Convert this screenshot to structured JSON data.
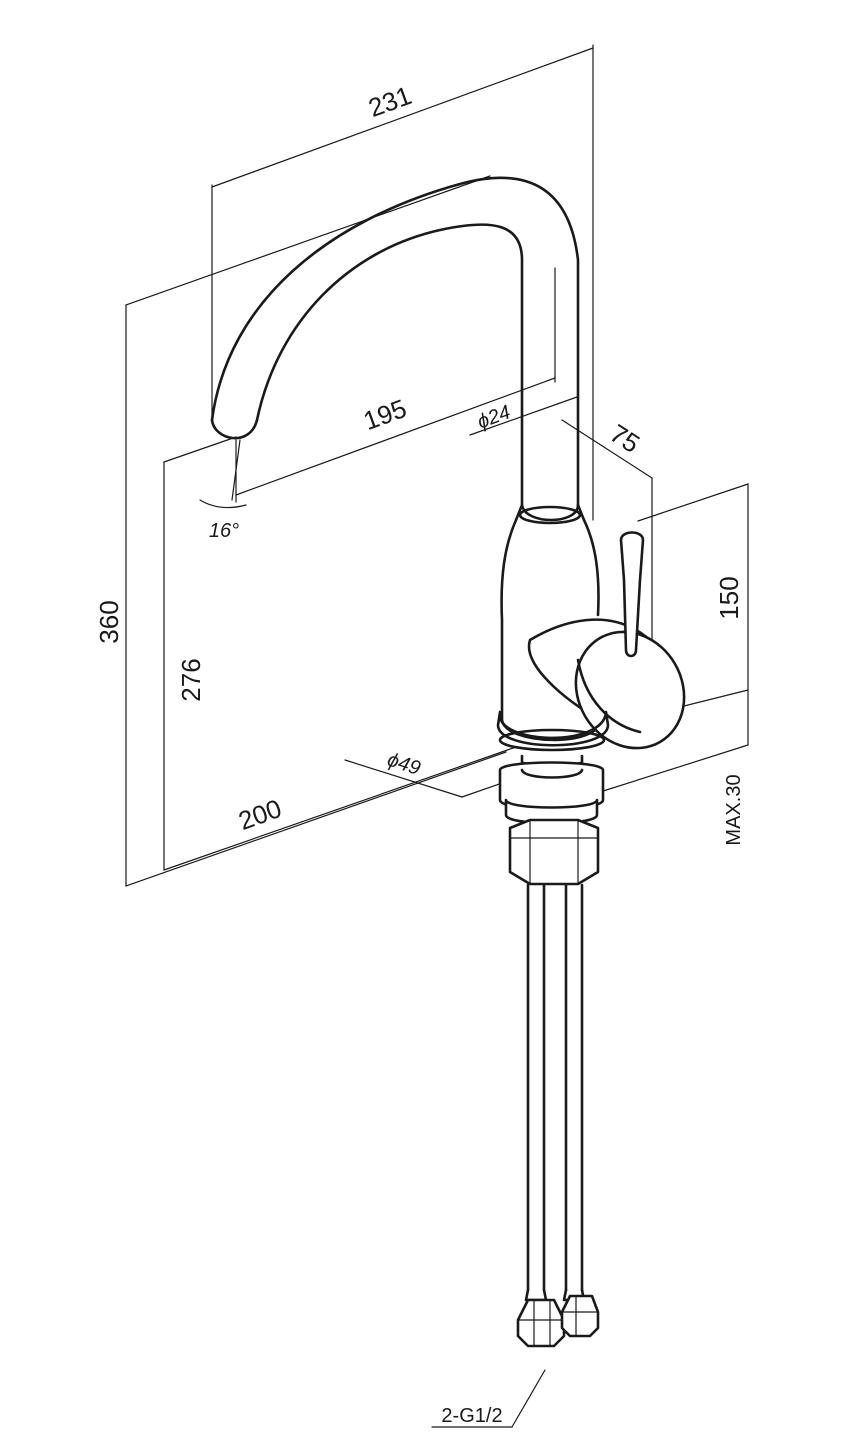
{
  "dimensions": {
    "overall_reach": "231",
    "spout_reach": "195",
    "total_height": "360",
    "spout_height": "276",
    "base_depth": "200",
    "handle_height": "150",
    "handle_reach": "75",
    "spout_diameter": "ϕ24",
    "base_diameter": "ϕ49",
    "max_counter_thickness": "MAX.30",
    "spout_angle": "16°",
    "connection_thread": "2-G1/2"
  }
}
